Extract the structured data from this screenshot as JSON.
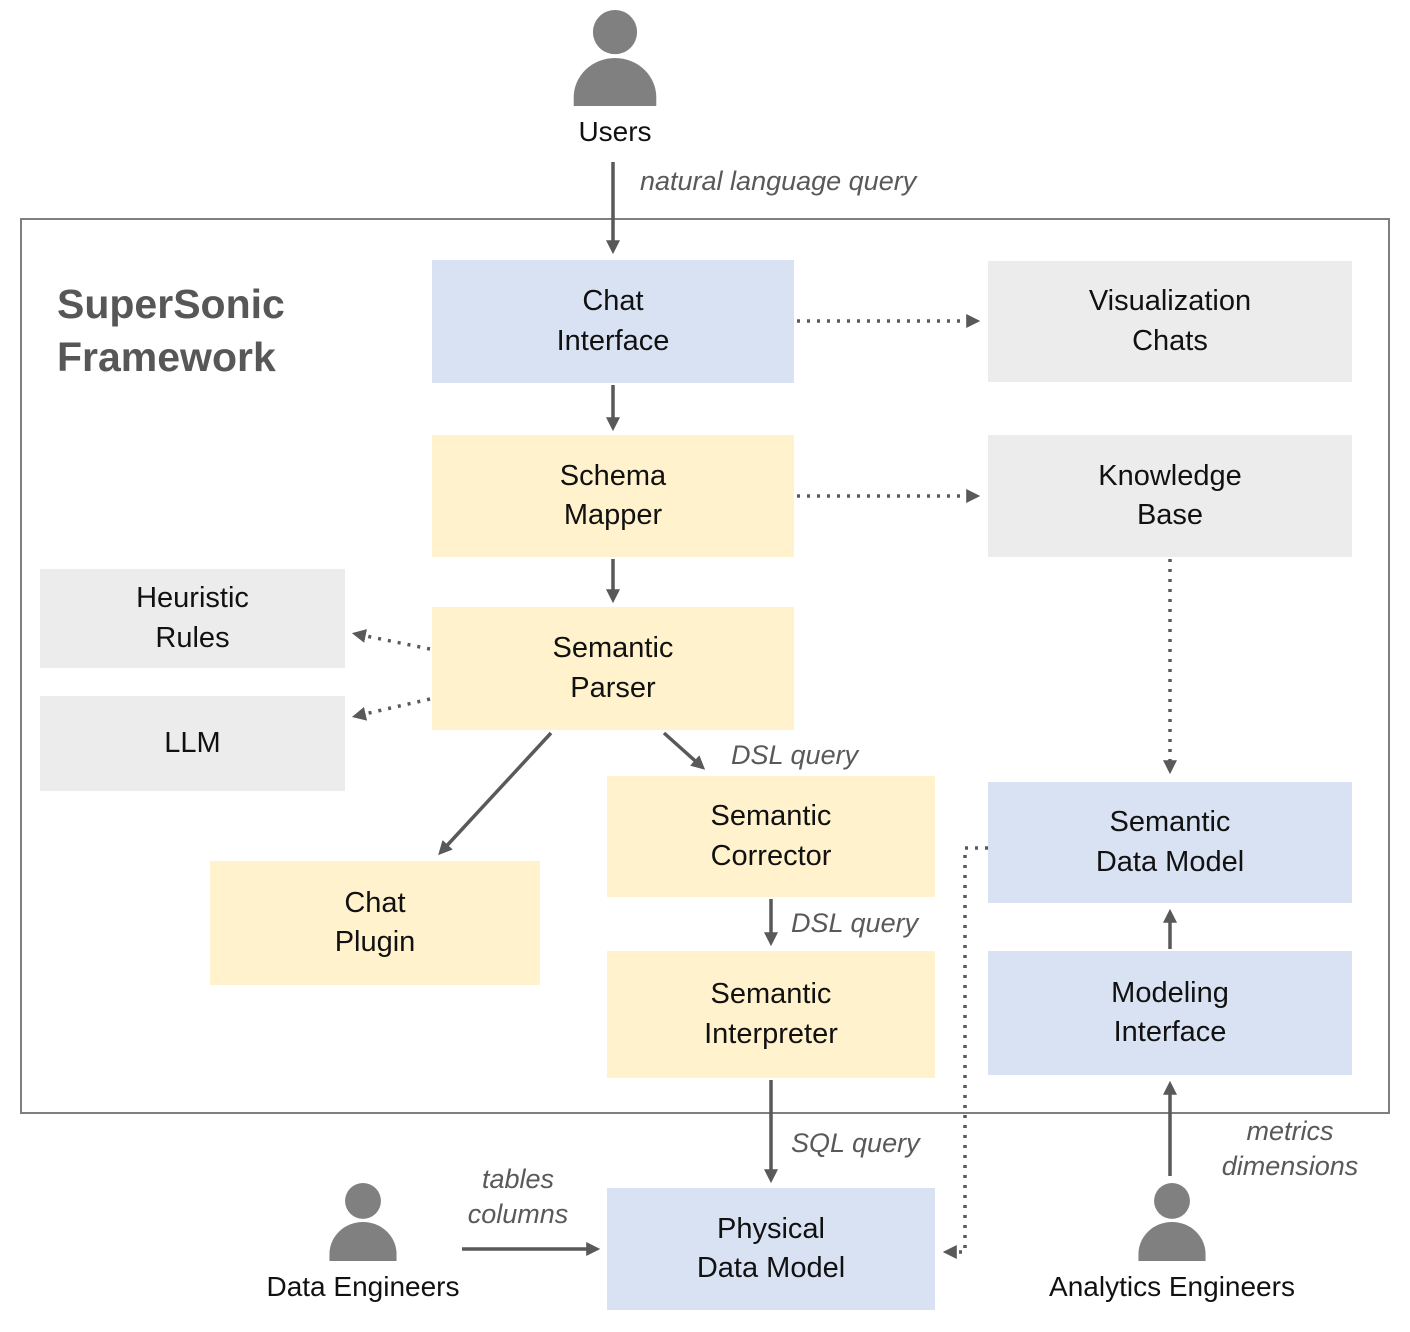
{
  "title": "SuperSonic\nFramework",
  "actors": {
    "users": "Users",
    "data_engineers": "Data Engineers",
    "analytics_engineers": "Analytics Engineers"
  },
  "nodes": {
    "chat_interface": "Chat\nInterface",
    "visualization_chats": "Visualization\nChats",
    "schema_mapper": "Schema\nMapper",
    "knowledge_base": "Knowledge\nBase",
    "heuristic_rules": "Heuristic\nRules",
    "llm": "LLM",
    "semantic_parser": "Semantic\nParser",
    "semantic_corrector": "Semantic\nCorrector",
    "chat_plugin": "Chat\nPlugin",
    "semantic_data_model": "Semantic\nData Model",
    "semantic_interpreter": "Semantic\nInterpreter",
    "modeling_interface": "Modeling\nInterface",
    "physical_data_model": "Physical\nData Model"
  },
  "edge_labels": {
    "natural_language_query": "natural language query",
    "dsl_query_parser_to_corrector": "DSL query",
    "dsl_query_corrector_to_interpreter": "DSL query",
    "sql_query": "SQL query",
    "tables_columns": "tables\ncolumns",
    "metrics_dimensions": "metrics\ndimensions"
  },
  "colors": {
    "interface_blue": "#d9e2f3",
    "component_yellow": "#fff2cc",
    "external_gray": "#ececec",
    "arrow_gray": "#595959",
    "person_gray": "#808080",
    "frame_border": "#7f7f7f"
  }
}
